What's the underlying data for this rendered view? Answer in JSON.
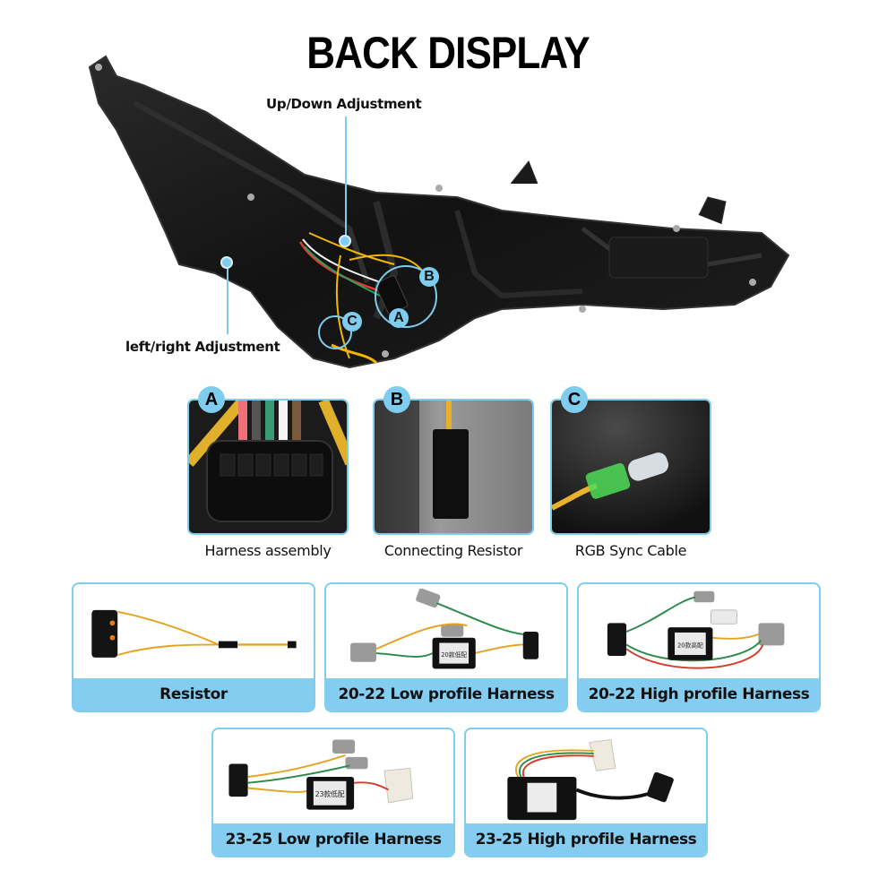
{
  "title": "BACK DISPLAY",
  "colors": {
    "accent": "#7fcdee",
    "label_bar": "#84cdf0",
    "text": "#111111",
    "housing": "#141414"
  },
  "hero": {
    "callouts": [
      {
        "id": "up-down",
        "label": "Up/Down Adjustment"
      },
      {
        "id": "left-right",
        "label": "left/right Adjustment"
      }
    ],
    "markers": [
      "A",
      "B",
      "C"
    ]
  },
  "details": [
    {
      "badge": "A",
      "caption": "Harness assembly"
    },
    {
      "badge": "B",
      "caption": "Connecting Resistor"
    },
    {
      "badge": "C",
      "caption": "RGB Sync Cable"
    }
  ],
  "products": [
    {
      "label": "Resistor"
    },
    {
      "label": "20-22 Low profile Harness",
      "module_text": "20款低配"
    },
    {
      "label": "20-22 High profile Harness",
      "module_text": "20款高配"
    },
    {
      "label": "23-25 Low profile Harness",
      "module_text": "23款低配"
    },
    {
      "label": "23-25 High profile Harness"
    }
  ]
}
